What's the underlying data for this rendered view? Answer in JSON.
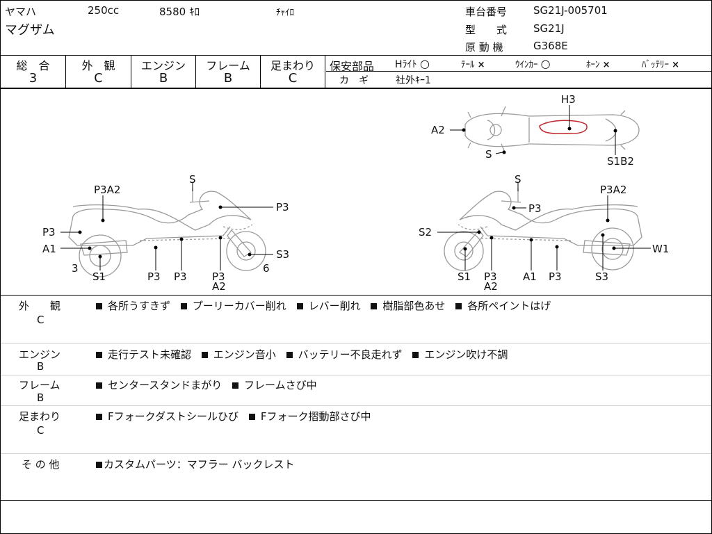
{
  "header": {
    "maker": "ヤマハ",
    "displacement": "250cc",
    "mileage": "8580 ｷﾛ",
    "color": "ﾁｬｲﾛ",
    "model_name": "マグザム",
    "frame_no_label": "車台番号",
    "frame_no": "SG21J-005701",
    "type_label": "型　　式",
    "type": "SG21J",
    "engine_label": "原 動 機",
    "engine": "G368E"
  },
  "grades": [
    {
      "label": "総　合",
      "value": "3"
    },
    {
      "label": "外　観",
      "value": "C"
    },
    {
      "label": "エンジン",
      "value": "B"
    },
    {
      "label": "フレーム",
      "value": "B"
    },
    {
      "label": "足まわり",
      "value": "C"
    }
  ],
  "safety": {
    "label": "保安部品",
    "items": [
      {
        "name": "Hﾗｲﾄ",
        "mark": "○"
      },
      {
        "name": "ﾃｰﾙ",
        "mark": "×"
      },
      {
        "name": "ｳｲﾝｶｰ",
        "mark": "○"
      },
      {
        "name": "ﾎｰﾝ",
        "mark": "×"
      },
      {
        "name": "ﾊﾞｯﾃﾘｰ",
        "mark": "×"
      }
    ],
    "key_label": "カ　ギ",
    "key_value": "社外ｷｰ1"
  },
  "diagram": {
    "top_view": {
      "h3": "H3",
      "a2": "A2",
      "s": "S",
      "s1b2": "S1B2"
    },
    "left_view": {
      "s": "S",
      "p3a2": "P3A2",
      "p3_top": "P3",
      "p3_left": "P3",
      "a1": "A1",
      "s3": "S3",
      "n3": "3",
      "s1": "S1",
      "p3_b1": "P3",
      "p3_b2": "P3",
      "p3_b3": "P3",
      "a2": "A2",
      "n6": "6"
    },
    "right_view": {
      "s": "S",
      "p3a2": "P3A2",
      "p3": "P3",
      "s2": "S2",
      "w1": "W1",
      "s1": "S1",
      "p3_b": "P3",
      "a2": "A2",
      "a1": "A1",
      "p3_c": "P3",
      "s3": "S3"
    }
  },
  "sections": [
    {
      "label": "外　　観",
      "grade": "C",
      "notes": [
        "各所うすきず",
        "プーリーカバー削れ",
        "レバー削れ",
        "樹脂部色あせ",
        "各所ペイントはげ"
      ]
    },
    {
      "label": "エンジン",
      "grade": "B",
      "notes": [
        "走行テスト未確認",
        "エンジン音小",
        "バッテリー不良走れず",
        "エンジン吹け不調"
      ]
    },
    {
      "label": "フレーム",
      "grade": "B",
      "notes": [
        "センタースタンドまがり",
        "フレームさび中"
      ]
    },
    {
      "label": "足まわり",
      "grade": "C",
      "notes": [
        "Fフォークダストシールひび",
        "Fフォーク摺動部さび中"
      ]
    },
    {
      "label": "そ の 他",
      "grade": "",
      "notes": [
        "カスタムパーツ：マフラー バックレスト"
      ]
    }
  ]
}
